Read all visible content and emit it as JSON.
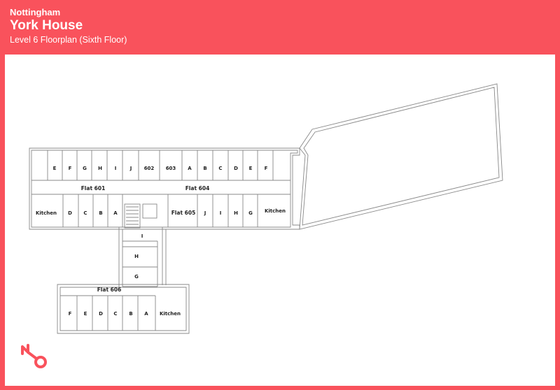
{
  "header": {
    "city": "Nottingham",
    "building": "York House",
    "floor": "Level 6 Floorplan (Sixth Floor)"
  },
  "colors": {
    "brand": "#f9525c",
    "background": "#ffffff",
    "wall": "#888888",
    "label": "#222222"
  },
  "logo": {
    "icon": "brand-logo-icon"
  },
  "floorplan": {
    "flats": {
      "flat601": "Flat 601",
      "flat604": "Flat 604",
      "flat605": "Flat 605",
      "flat606": "Flat 606"
    },
    "kitchens": {
      "west": "Kitchen",
      "east": "Kitchen",
      "south": "Kitchen"
    },
    "studios": {
      "s602": "602",
      "s603": "603"
    },
    "flat601_top_rooms": [
      "E",
      "F",
      "G",
      "H",
      "I",
      "J"
    ],
    "flat601_bottom_rooms": [
      "D",
      "C",
      "B",
      "A"
    ],
    "flat604_top_rooms": [
      "A",
      "B",
      "C",
      "D",
      "E",
      "F"
    ],
    "flat605_bottom_rooms": [
      "J",
      "I",
      "H",
      "G"
    ],
    "flat606_corridor_rooms": [
      "I",
      "H",
      "G"
    ],
    "flat606_bottom_rooms": [
      "F",
      "E",
      "D",
      "C",
      "B",
      "A"
    ]
  }
}
